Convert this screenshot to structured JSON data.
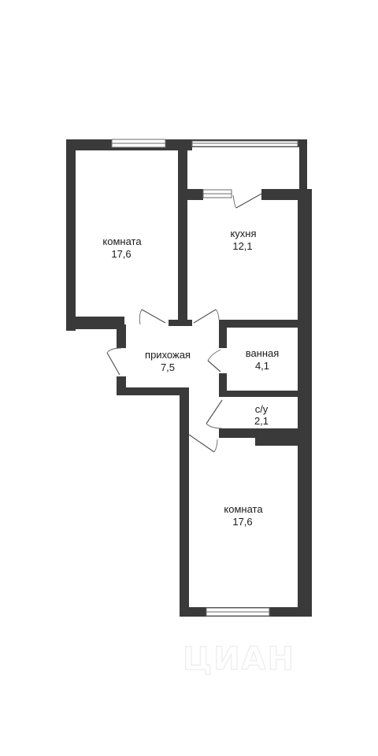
{
  "rooms": [
    {
      "id": "room-1",
      "name": "комната",
      "area": "17,6"
    },
    {
      "id": "kitchen",
      "name": "кухня",
      "area": "12,1"
    },
    {
      "id": "hallway",
      "name": "прихожая",
      "area": "7,5"
    },
    {
      "id": "bathroom",
      "name": "ванная",
      "area": "4,1"
    },
    {
      "id": "toilet",
      "name": "с/у",
      "area": "2,1"
    },
    {
      "id": "room-2",
      "name": "комната",
      "area": "17,6"
    }
  ],
  "watermark": "ЦИАН",
  "colors": {
    "wall": "#3a3a3a",
    "background": "#ffffff"
  }
}
